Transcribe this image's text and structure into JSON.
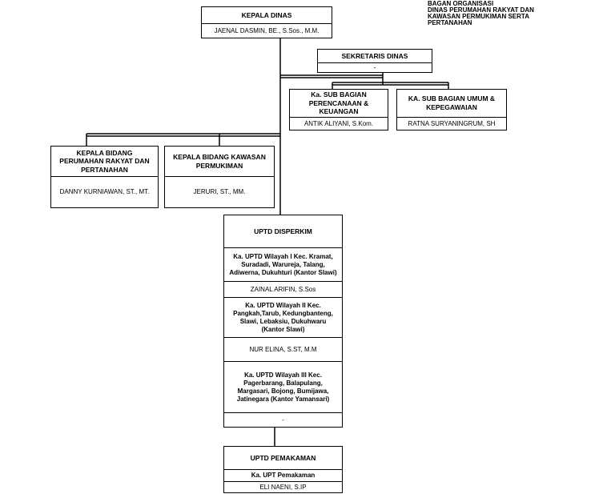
{
  "header": {
    "line1": "BAGAN ORGANISASI",
    "line2": "DINAS PERUMAHAN RAKYAT DAN",
    "line3": "KAWASAN PERMUKIMAN SERTA",
    "line4": "PERTANAHAN"
  },
  "kepala_dinas": {
    "title": "KEPALA DINAS",
    "name": "JAENAL DASMIN, BE., S.Sos., M.M."
  },
  "sekretaris": {
    "title": "SEKRETARIS DINAS",
    "name": "-"
  },
  "subbag_perencanaan": {
    "title": "Ka. SUB BAGIAN PERENCANAAN & KEUANGAN",
    "name": "ANTIK ALIYANI, S.Kom."
  },
  "subbag_umum": {
    "title": "KA. SUB BAGIAN UMUM & KEPEGAWAIAN",
    "name": "RATNA SURYANINGRUM, SH"
  },
  "bidang_perumahan": {
    "title": "KEPALA BIDANG PERUMAHAN RAKYAT DAN PERTANAHAN",
    "name": "DANNY KURNIAWAN, ST., MT."
  },
  "bidang_kawasan": {
    "title": "KEPALA BIDANG KAWASAN PERMUKIMAN",
    "name": "JERURI, ST., MM."
  },
  "uptd_disperkim": {
    "title": "UPTD DISPERKIM",
    "w1_title": "Ka. UPTD Wilayah I Kec. Kramat, Suradadi, Warureja, Talang, Adiwerna, Dukuhturi (Kantor Slawi)",
    "w1_name": "ZAINAL ARIFIN, S.Sos",
    "w2_title": "Ka. UPTD Wilayah II Kec. Pangkah,Tarub, Kedungbanteng, Slawi, Lebaksiu, Dukuhwaru (Kantor Slawi)",
    "w2_name": "NUR ELINA, S.ST, M.M",
    "w3_title": "Ka. UPTD Wilayah III Kec. Pagerbarang, Balapulang, Margasari, Bojong, Bumijawa, Jatinegara (Kantor Yamansari)",
    "w3_name": "-"
  },
  "uptd_pemakaman": {
    "title": "UPTD PEMAKAMAN",
    "sub_title": "Ka. UPT Pemakaman",
    "name": "ELI NAENI, S.IP"
  }
}
